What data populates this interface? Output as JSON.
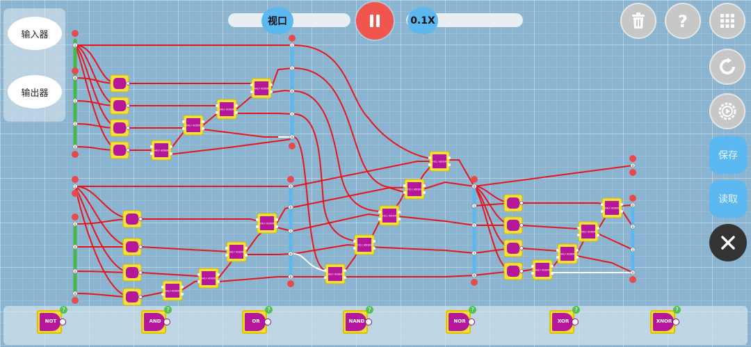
{
  "side_panel": {
    "input_label": "输入器",
    "output_label": "输出器"
  },
  "toolbar": {
    "view_label": "视口",
    "speed_label": "0.1X"
  },
  "right_panel": {
    "save_label": "保存",
    "load_label": "读取"
  },
  "palette": {
    "gates": [
      {
        "label": "NOT",
        "help": "?"
      },
      {
        "label": "AND",
        "help": "?"
      },
      {
        "label": "OR",
        "help": "?"
      },
      {
        "label": "NAND",
        "help": "?"
      },
      {
        "label": "NOR",
        "help": "?"
      },
      {
        "label": "XOR",
        "help": "?"
      },
      {
        "label": "XNOR",
        "help": "?"
      }
    ]
  },
  "circuit": {
    "pin_labels": {
      "one": "1",
      "zero": "0"
    },
    "module_labels": {
      "half_adder": "HALF ADDER",
      "full_adder": "FULL ADDER"
    }
  },
  "colors": {
    "wire": "#e8141c",
    "gate_body": "#f5e13c",
    "gate_core": "#b5169a",
    "accent": "#5cb8f0",
    "pause": "#f0554e"
  }
}
